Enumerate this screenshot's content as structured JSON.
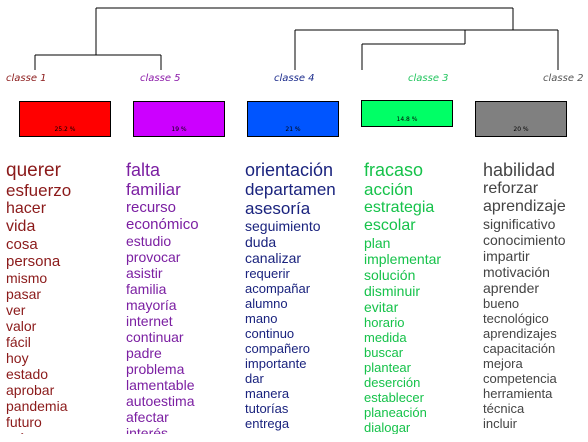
{
  "classes": [
    {
      "label": "classe 1",
      "label_color": "#8b1a1a",
      "box_color": "#ff0000",
      "percent": "25.2 %",
      "word_color": "#8b1a1a",
      "words": [
        "querer",
        "esfuerzo",
        "hacer",
        "vida",
        "cosa",
        "persona",
        "mismo",
        "pasar",
        "ver",
        "valor",
        "fácil",
        "hoy",
        "estado",
        "aprobar",
        "pandemia",
        "futuro",
        "más"
      ]
    },
    {
      "label": "classe 5",
      "label_color": "#8b1aa8",
      "box_color": "#cc00ff",
      "percent": "19 %",
      "word_color": "#7b1fa2",
      "words": [
        "falta",
        "familiar",
        "recurso",
        "económico",
        "estudio",
        "provocar",
        "asistir",
        "familia",
        "mayoría",
        "internet",
        "continuar",
        "padre",
        "problema",
        "lamentable",
        "autoestima",
        "afectar",
        "interés"
      ]
    },
    {
      "label": "classe 4",
      "label_color": "#1a2a8b",
      "box_color": "#0055ff",
      "percent": "21 %",
      "word_color": "#1a237e",
      "words": [
        "orientación",
        "departamen",
        "asesoría",
        "seguimiento",
        "duda",
        "canalizar",
        "requerir",
        "acompañar",
        "alumno",
        "mano",
        "continuo",
        "compañero",
        "importante",
        "dar",
        "manera",
        "tutorías",
        "entrega"
      ]
    },
    {
      "label": "classe 3",
      "label_color": "#22c55e",
      "box_color": "#00ff66",
      "percent": "14.8 %",
      "word_color": "#16c24a",
      "words": [
        "fracaso",
        "acción",
        "estrategia",
        "escolar",
        "plan",
        "implementar",
        "solución",
        "disminuir",
        "evitar",
        "horario",
        "medida",
        "buscar",
        "plantear",
        "deserción",
        "establecer",
        "planeación",
        "dialogar"
      ]
    },
    {
      "label": "classe 2",
      "label_color": "#555555",
      "box_color": "#808080",
      "percent": "20 %",
      "word_color": "#444444",
      "words": [
        "habilidad",
        "reforzar",
        "aprendizaje",
        "significativo",
        "conocimiento",
        "impartir",
        "motivación",
        "aprender",
        "bueno",
        "tecnológico",
        "aprendizajes",
        "capacitación",
        "mejora",
        "competencia",
        "herramienta",
        "técnica",
        "incluir"
      ]
    }
  ]
}
